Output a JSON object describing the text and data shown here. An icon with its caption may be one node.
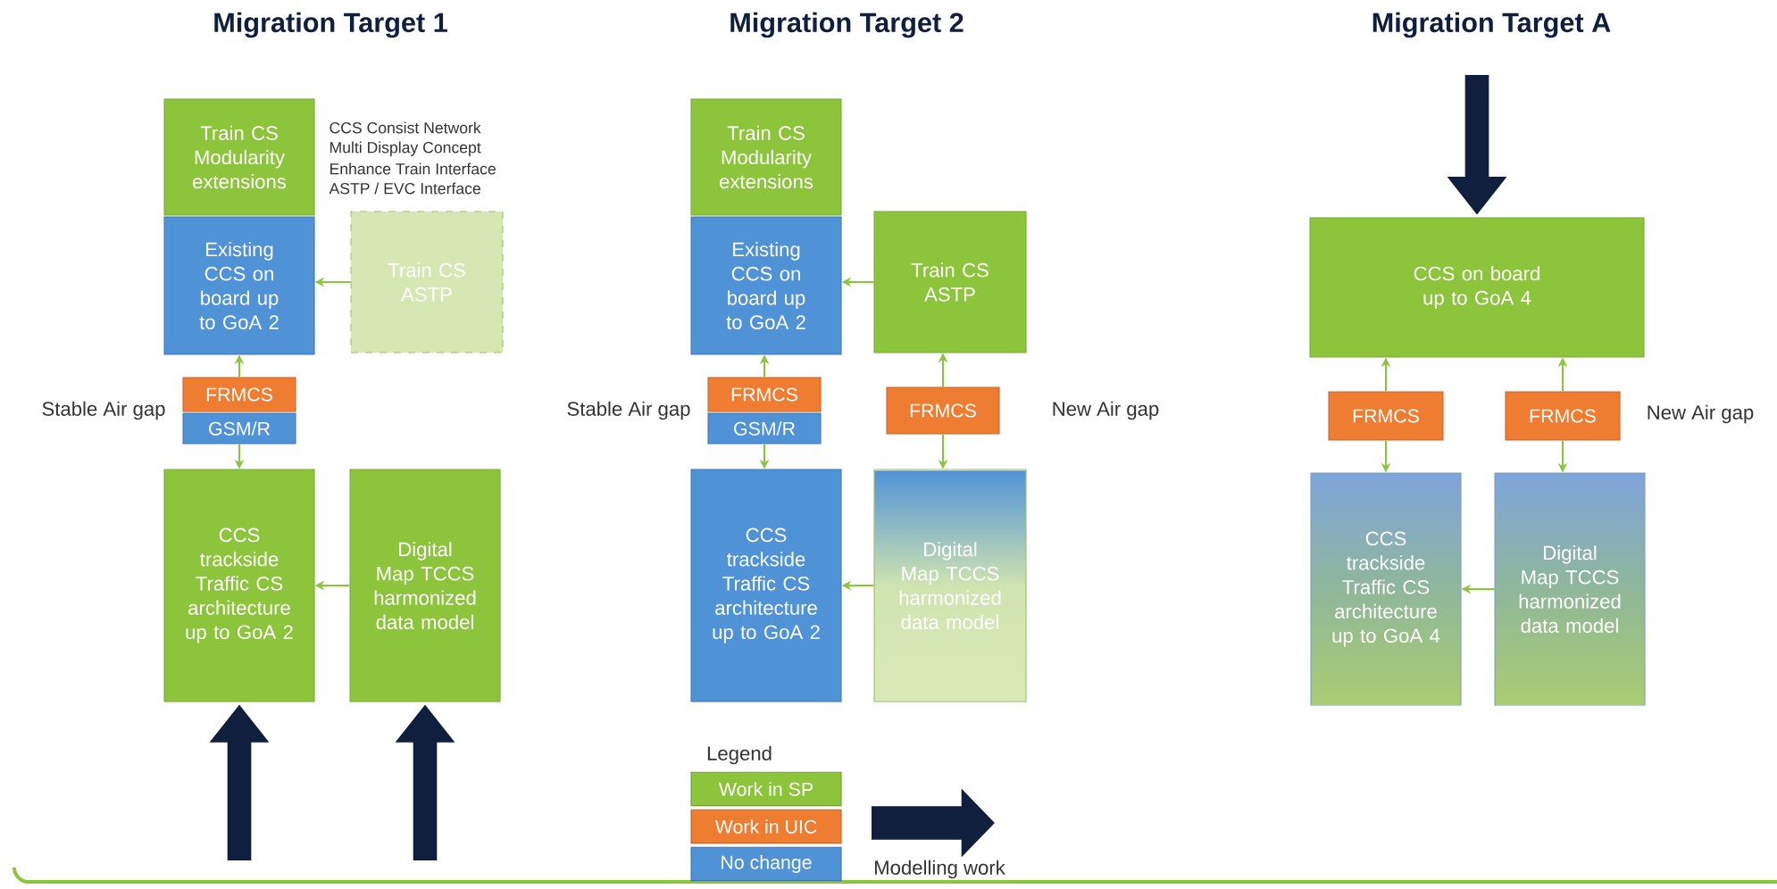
{
  "diagram": {
    "nodes": [
      {
        "text": [
          "Train CS Modularity extensions"
        ],
        "beside": [
          "CCS Consist Network",
          "Multi Display Concept",
          "Enhance Train Interface",
          "ASTP / EVC Interface"
        ]
      },
      {
        "text": [
          "Existing CCS on board up to GoA 2"
        ]
      },
      {
        "text": [
          "Train CS ASTP"
        ]
      },
      {
        "text": [
          "FRMCS"
        ]
      },
      {
        "text": [
          "GSM/R"
        ]
      },
      {
        "text": [
          "CCS trackside Traffic CS architecture up to GoA 2"
        ]
      },
      {
        "text": [
          "Digital Map TCCS harmonized data model"
        ]
      },
      {
        "text": [
          "Train CS Modularity extensions"
        ]
      },
      {
        "text": [
          "Existing CCS on board up to GoA 2"
        ]
      },
      {
        "text": [
          "Train CS ASTP"
        ]
      },
      {
        "text": [
          "FRMCS"
        ]
      },
      {
        "text": [
          "GSM/R"
        ]
      },
      {
        "text": [
          "FRMCS"
        ]
      },
      {
        "text": [
          "CCS trackside Traffic CS architecture up to GoA 2"
        ]
      },
      {
        "text": [
          "Digital Map TCCS harmonized data model"
        ]
      },
      {
        "text": [
          "CCS on board up to GoA 4"
        ]
      },
      {
        "text": [
          "FRMCS"
        ]
      },
      {
        "text": [
          "FRMCS"
        ]
      },
      {
        "text": [
          "CCS trackside Traffic CS architecture up to GoA 4"
        ]
      },
      {
        "text": [
          "Digital Map TCCS harmonized data model"
        ]
      }
    ],
    "edges": [
      {
        "from": 2,
        "to": 1,
        "arrow": "to"
      },
      {
        "from": 3,
        "to": 1,
        "arrow": "to"
      },
      {
        "from": 4,
        "to": 5,
        "arrow": "to"
      },
      {
        "from": 6,
        "to": 5,
        "arrow": "to"
      },
      {
        "from": null,
        "to": 5,
        "arrow": "to",
        "style": "thick",
        "color": "#0f1f3d"
      },
      {
        "from": null,
        "to": 6,
        "arrow": "to",
        "style": "thick",
        "color": "#0f1f3d"
      },
      {
        "from": 9,
        "to": 8,
        "arrow": "to"
      },
      {
        "from": 10,
        "to": 8,
        "arrow": "to"
      },
      {
        "from": 11,
        "to": 13,
        "arrow": "to"
      },
      {
        "from": 12,
        "to": 9,
        "arrow": "to"
      },
      {
        "from": 12,
        "to": 14,
        "arrow": "to"
      },
      {
        "from": 14,
        "to": 13,
        "arrow": "to"
      },
      {
        "from": null,
        "to": 15,
        "arrow": "to",
        "style": "thick",
        "color": "#0f1f3d"
      },
      {
        "from": 16,
        "to": 15,
        "arrow": "to"
      },
      {
        "from": 16,
        "to": 18,
        "arrow": "to"
      },
      {
        "from": 17,
        "to": 15,
        "arrow": "to"
      },
      {
        "from": 17,
        "to": 19,
        "arrow": "to"
      },
      {
        "from": 19,
        "to": 18,
        "arrow": "to"
      }
    ],
    "labels": [
      "Migration Target 1",
      "Migration Target 2",
      "Migration Target A",
      "Stable Air gap",
      "Stable Air gap",
      "New Air gap",
      "New Air gap",
      "Legend"
    ],
    "legend": [
      {
        "text": "Work in SP",
        "color": "#8cc43c"
      },
      {
        "text": "Work in UIC",
        "color": "#ee7d32"
      },
      {
        "text": "No change",
        "color": "#4f92d6"
      },
      {
        "text": "Modelling work"
      }
    ]
  }
}
